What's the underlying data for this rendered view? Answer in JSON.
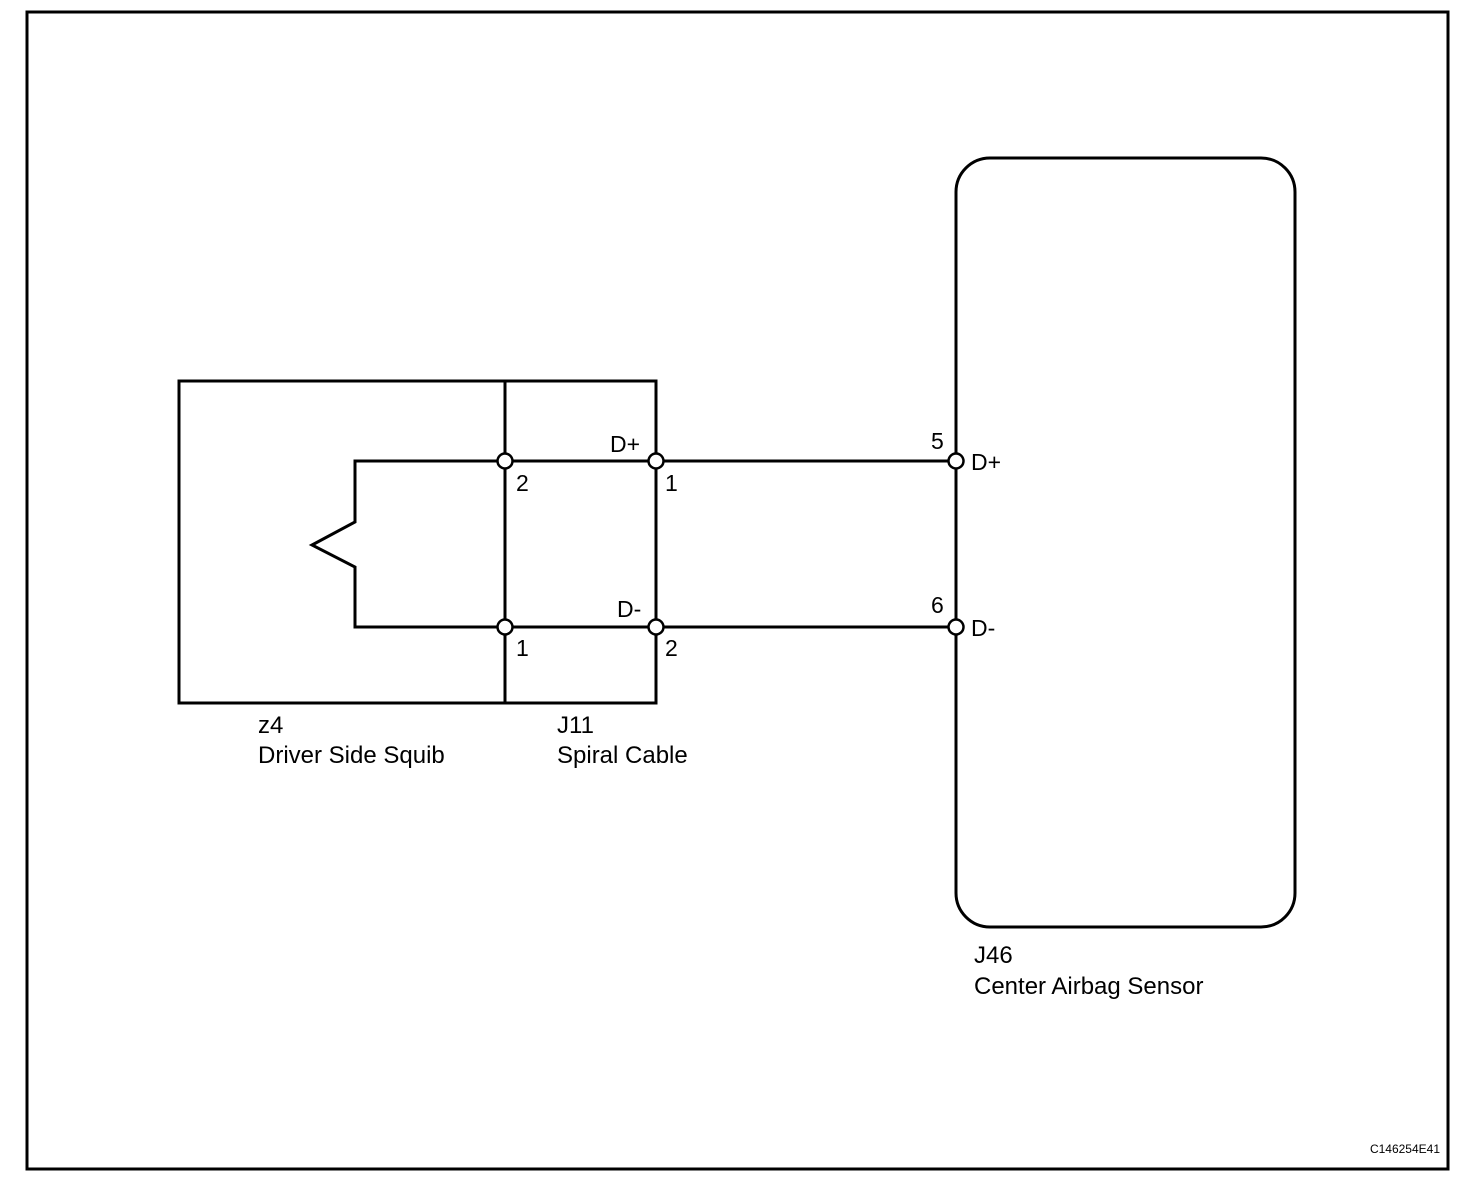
{
  "components": {
    "squib": {
      "id": "z4",
      "name": "Driver Side Squib"
    },
    "spiral": {
      "id": "J11",
      "name": "Spiral Cable"
    },
    "sensor": {
      "id": "J46",
      "name": "Center Airbag Sensor"
    }
  },
  "pins": {
    "squib_top": "2",
    "squib_bottom": "1",
    "spiral_top": "1",
    "spiral_bottom": "2",
    "sensor_top": "5",
    "sensor_bottom": "6"
  },
  "signals": {
    "spiral_top": "D+",
    "spiral_bottom": "D-",
    "sensor_top": "D+",
    "sensor_bottom": "D-"
  },
  "figure_code": "C146254E41"
}
